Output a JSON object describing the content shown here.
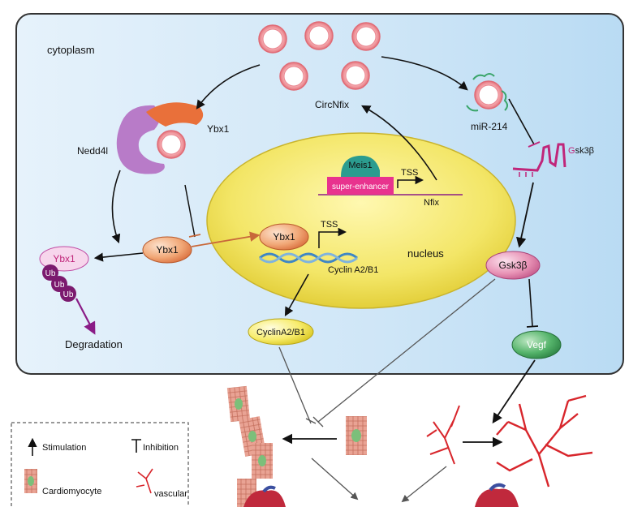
{
  "labels": {
    "cytoplasm": "cytoplasm",
    "nucleus": "nucleus",
    "circnfix": "CircNfix",
    "mir214": "miR-214",
    "gsk3b_mrna_g": "G",
    "gsk3b_mrna_rest": "sk3β",
    "nedd4l": "Nedd4l",
    "ybx1_top": "Ybx1",
    "ybx1_center": "Ybx1",
    "ybx1_nuclear": "Ybx1",
    "ybx1_degraded": "Ybx1",
    "ub": "Ub",
    "degradation": "Degradation",
    "meis1": "Meis1",
    "super_enhancer": "super-enhancer",
    "tss_top": "TSS",
    "tss_bottom": "TSS",
    "nfix": "Nfix",
    "cyclin_gene": "Cyclin A2/B1",
    "cyclin_protein": "CyclinA2/B1",
    "gsk3b_protein": "Gsk3β",
    "vegf": "Vegf"
  },
  "legend": {
    "stimulation": "Stimulation",
    "inhibition": "Inhibition",
    "cardiomyocyte": "Cardiomyocyte",
    "vascular": "vascular"
  }
}
